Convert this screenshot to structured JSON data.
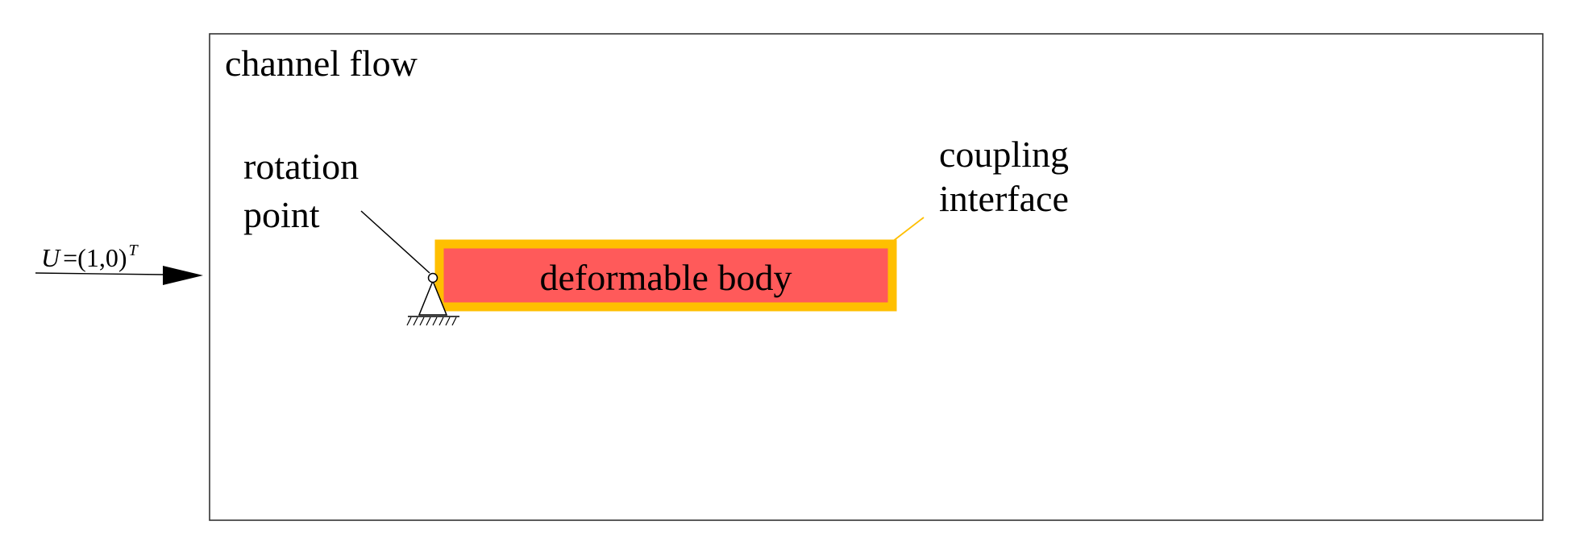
{
  "domain": {
    "title": "channel flow",
    "border_color": "#333333"
  },
  "inflow": {
    "var": "U",
    "equals": "=",
    "vector": "(1,0)",
    "superscript": "T"
  },
  "rotation_point": {
    "line1": "rotation",
    "line2": "point"
  },
  "coupling_interface": {
    "line1": "coupling",
    "line2": "interface",
    "color": "#FFBF00"
  },
  "body": {
    "label": "deformable body",
    "fill": "#FF5A5A",
    "outline": "#FFBF00"
  }
}
